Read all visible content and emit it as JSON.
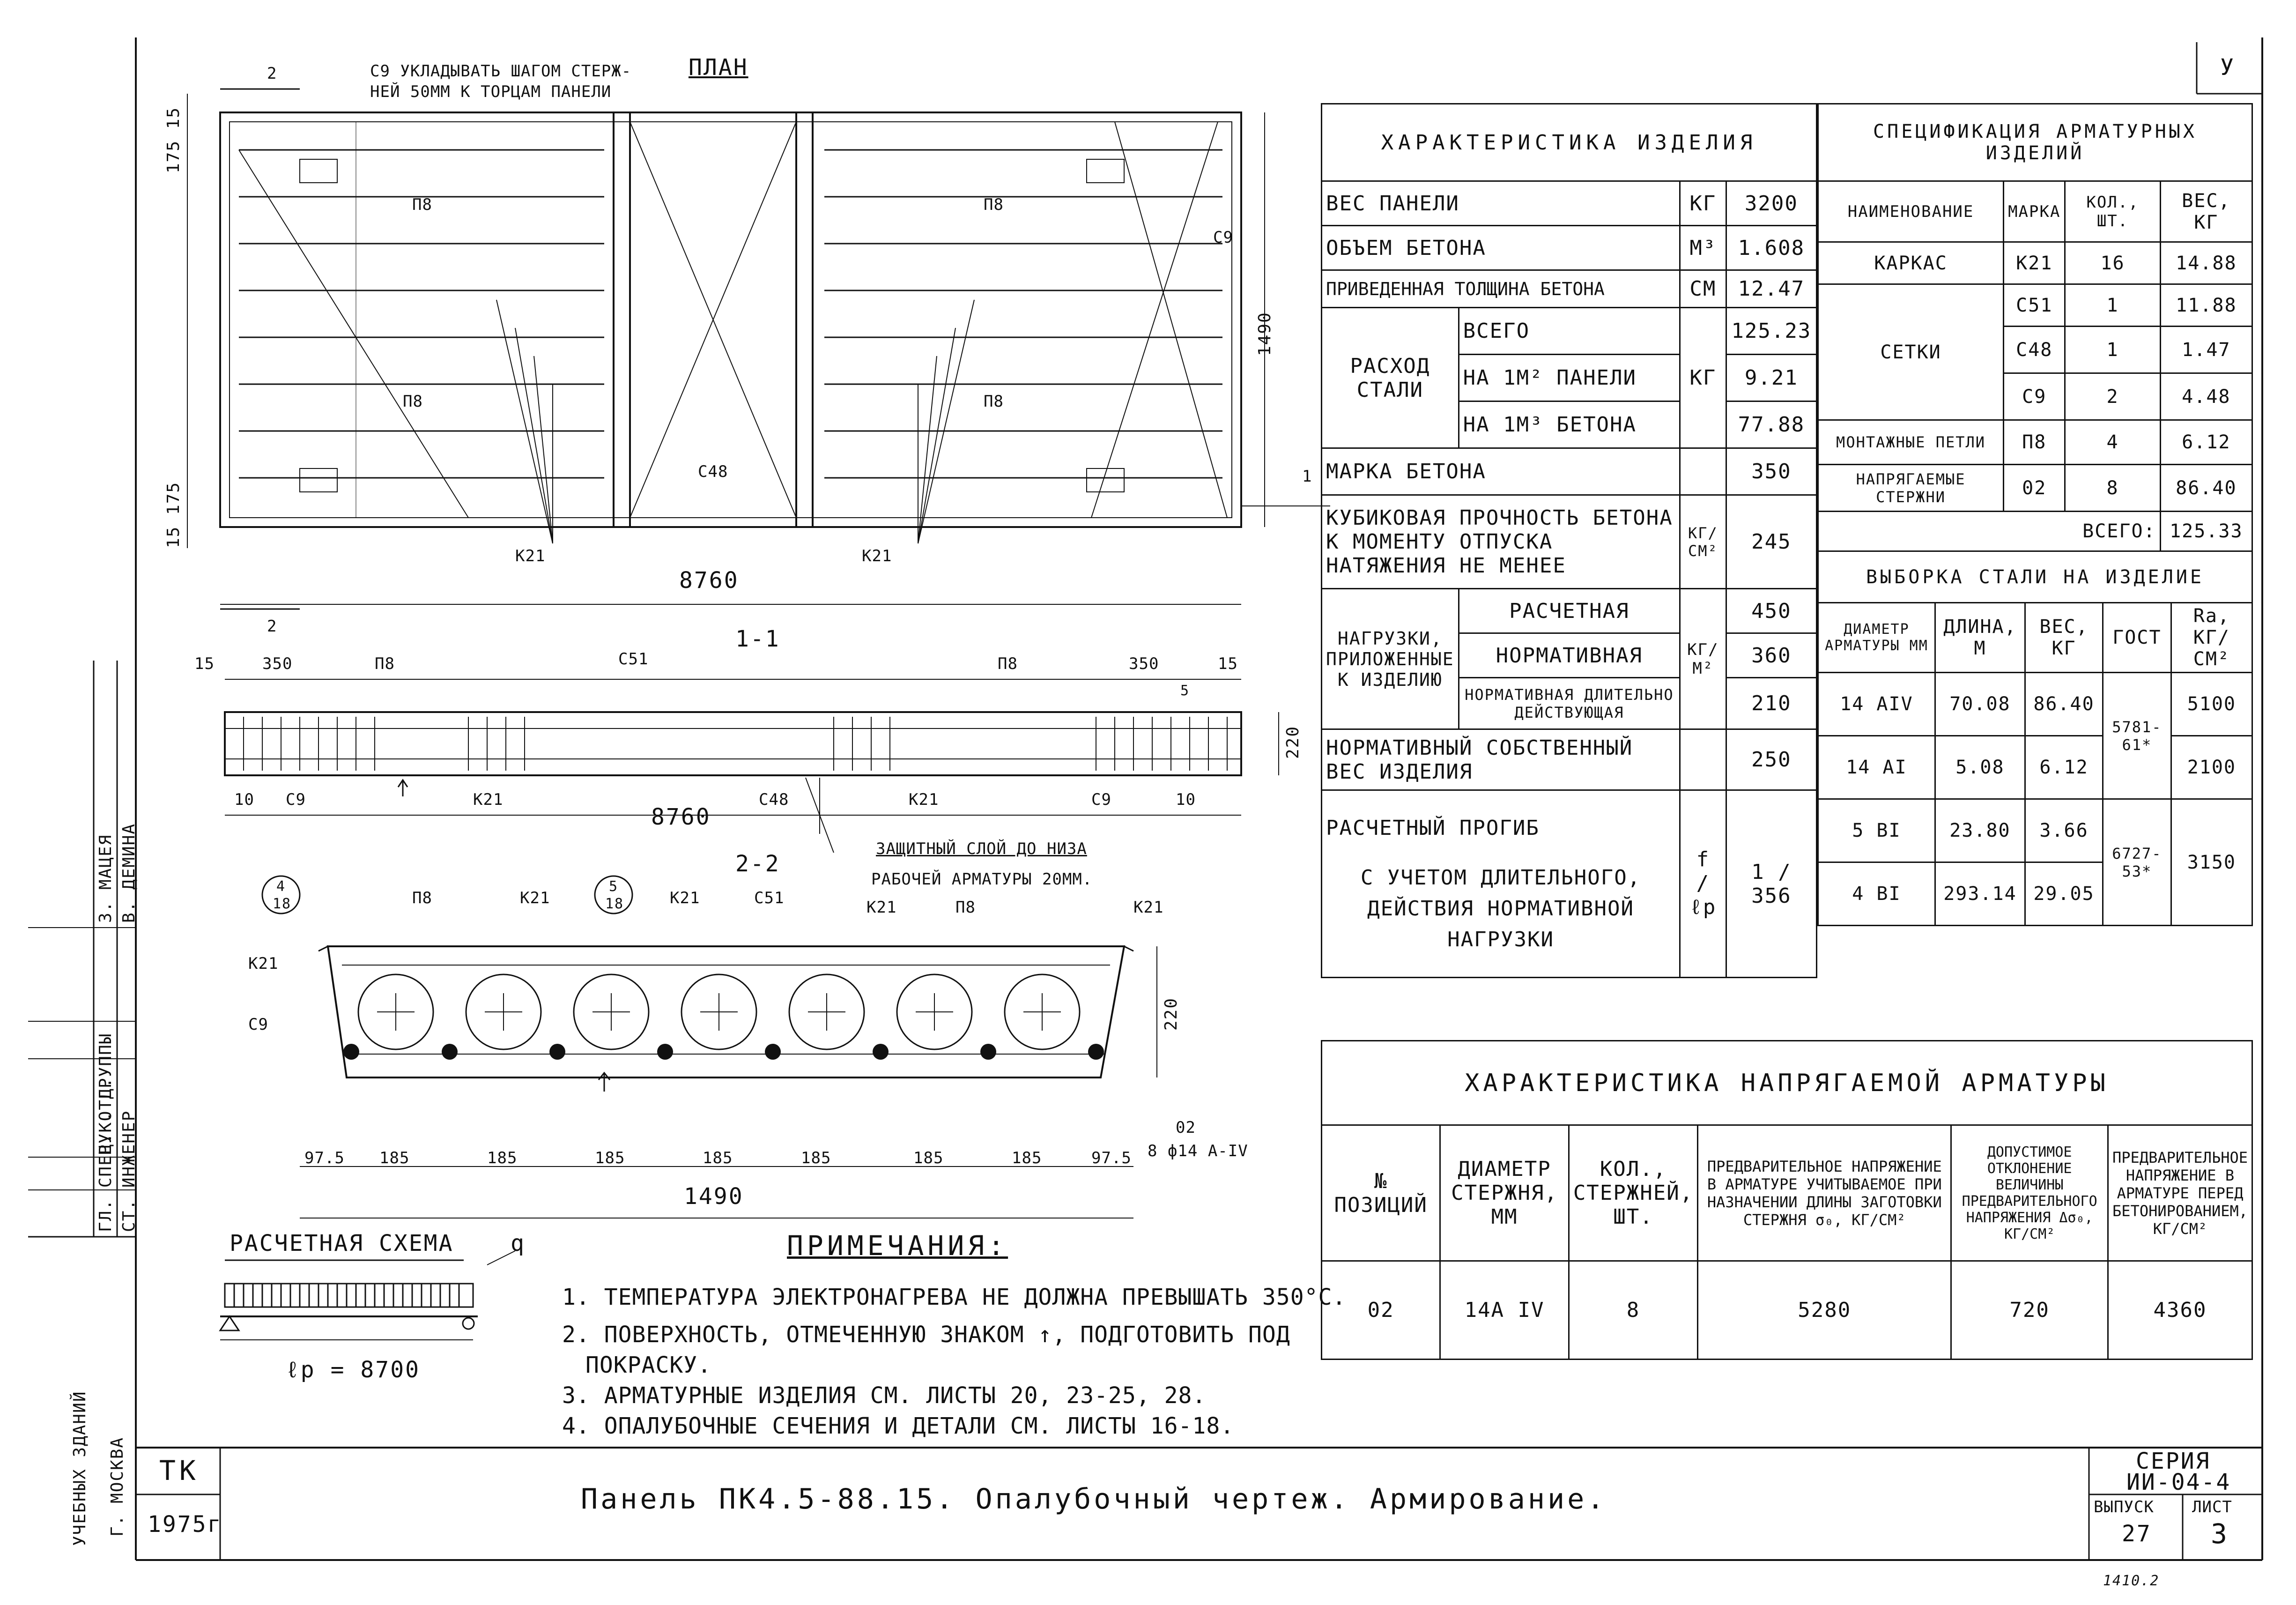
{
  "sheet_corner": "У",
  "plan": {
    "title": "ПЛАН",
    "note": "С9 УКЛАДЫВАТЬ ШАГОМ СТЕРЖ- НЕЙ 50ММ К ТОРЦАМ ПАНЕЛИ",
    "dim_top": "175 15",
    "dim_bottom": "15 175",
    "dim_length": "8760",
    "dim_width": "1490",
    "section_mark": "2",
    "section_side": "1",
    "labels": {
      "p8": "П8",
      "c9": "С9",
      "c48": "С48",
      "k21": "К21"
    }
  },
  "section11": {
    "title": "1-1",
    "dim_l": "15",
    "dim_350": "350",
    "dim_r": "15",
    "dim_5": "5",
    "dim_10": "10",
    "dim_220": "220",
    "dim_8760": "8760",
    "labels": {
      "c51": "С51",
      "p8": "П8",
      "c9": "С9",
      "k21": "К21",
      "c48": "С48"
    },
    "cover_note_1": "ЗАЩИТНЫЙ СЛОЙ ДО НИЗА",
    "cover_note_2": "РАБОЧЕЙ АРМАТУРЫ 20ММ."
  },
  "section22": {
    "title": "2-2",
    "refs": [
      {
        "top": "4",
        "bottom": "18"
      },
      {
        "top": "5",
        "bottom": "18"
      }
    ],
    "labels": {
      "p8": "П8",
      "k21": "К21",
      "c51": "С51",
      "c9": "С9",
      "o2": "02"
    },
    "rebar": "8 ф14 А-IV",
    "dims": [
      "97.5",
      "185",
      "185",
      "185",
      "185",
      "185",
      "185",
      "185",
      "97.5"
    ],
    "total": "1490",
    "height": "220"
  },
  "calc_scheme": {
    "title": "РАСЧЕТНАЯ СХЕМА",
    "load": "q",
    "span": "ℓр = 8700"
  },
  "notes": {
    "title": "ПРИМЕЧАНИЯ:",
    "items": [
      "1. ТЕМПЕРАТУРА ЭЛЕКТРОНАГРЕВА НЕ ДОЛЖНА ПРЕВЫШАТЬ 350°С.",
      "2. ПОВЕРХНОСТЬ, ОТМЕЧЕННУЮ ЗНАКОМ ↑, ПОДГОТОВИТЬ ПОД",
      "ПОКРАСКУ.",
      "3. АРМАТУРНЫЕ ИЗДЕЛИЯ СМ. ЛИСТЫ 20, 23-25, 28.",
      "4. ОПАЛУБОЧНЫЕ СЕЧЕНИЯ И ДЕТАЛИ СМ. ЛИСТЫ 16-18."
    ]
  },
  "char_table": {
    "title": "ХАРАКТЕРИСТИКА ИЗДЕЛИЯ",
    "rows": {
      "weight": {
        "label": "ВЕС ПАНЕЛИ",
        "unit": "КГ",
        "value": "3200"
      },
      "volume": {
        "label": "ОБЪЕМ БЕТОНА",
        "unit": "М³",
        "value": "1.608"
      },
      "thick": {
        "label": "ПРИВЕДЕННАЯ ТОЛЩИНА БЕТОНА",
        "unit": "СМ",
        "value": "12.47"
      },
      "steel_label": "РАСХОД СТАЛИ",
      "steel_unit": "КГ",
      "steel_total": {
        "label": "ВСЕГО",
        "value": "125.23"
      },
      "steel_m2": {
        "label": "НА 1М² ПАНЕЛИ",
        "value": "9.21"
      },
      "steel_m3": {
        "label": "НА 1М³ БЕТОНА",
        "value": "77.88"
      },
      "grade": {
        "label": "МАРКА БЕТОНА",
        "value": "350"
      },
      "cube": {
        "label": "КУБИКОВАЯ ПРОЧНОСТЬ БЕТОНА К МОМЕНТУ ОТПУСКА НАТЯЖЕНИЯ НЕ МЕНЕЕ",
        "unit": "КГ/СМ²",
        "value": "245"
      },
      "loads_label": "НАГРУЗКИ, ПРИЛОЖЕННЫЕ К ИЗДЕЛИЮ",
      "loads_unit": "КГ/М²",
      "load_calc": {
        "label": "РАСЧЕТНАЯ",
        "value": "450"
      },
      "load_norm": {
        "label": "НОРМАТИВНАЯ",
        "value": "360"
      },
      "load_long": {
        "label": "НОРМАТИВНАЯ ДЛИТЕЛЬНО ДЕЙСТВУЮЩАЯ",
        "value": "210"
      },
      "self_weight": {
        "label": "НОРМАТИВНЫЙ СОБСТВЕННЫЙ ВЕС ИЗДЕЛИЯ",
        "value": "250"
      },
      "deflection": {
        "label1": "РАСЧЕТНЫЙ ПРОГИБ",
        "label2": "С УЧЕТОМ ДЛИТЕЛЬНОГО, ДЕЙСТВИЯ НОРМАТИВНОЙ НАГРУЗКИ",
        "unit": "f / ℓр",
        "value": "1 / 356"
      }
    }
  },
  "spec_table": {
    "title": "СПЕЦИФИКАЦИЯ АРМАТУРНЫХ ИЗДЕЛИЙ",
    "headers": [
      "НАИМЕНОВАНИЕ",
      "МАРКА",
      "КОЛ., ШТ.",
      "ВЕС, КГ"
    ],
    "rows": [
      {
        "name": "КАРКАС",
        "mark": "К21",
        "qty": "16",
        "weight": "14.88"
      },
      {
        "name": "СЕТКИ",
        "mark": "С51",
        "qty": "1",
        "weight": "11.88"
      },
      {
        "name": "",
        "mark": "С48",
        "qty": "1",
        "weight": "1.47"
      },
      {
        "name": "",
        "mark": "С9",
        "qty": "2",
        "weight": "4.48"
      },
      {
        "name": "МОНТАЖНЫЕ ПЕТЛИ",
        "mark": "П8",
        "qty": "4",
        "weight": "6.12"
      },
      {
        "name": "НАПРЯГАЕМЫЕ СТЕРЖНИ",
        "mark": "02",
        "qty": "8",
        "weight": "86.40"
      }
    ],
    "total_label": "ВСЕГО:",
    "total": "125.33"
  },
  "steel_table": {
    "title": "ВЫБОРКА СТАЛИ НА ИЗДЕЛИЕ",
    "headers": [
      "ДИАМЕТР АРМАТУРЫ ММ",
      "ДЛИНА, М",
      "ВЕС, КГ",
      "ГОСТ",
      "Ra, КГ/СМ²"
    ],
    "rows": [
      {
        "d": "14 АIV",
        "len": "70.08",
        "w": "86.40",
        "ra": "5100"
      },
      {
        "d": "14 АI",
        "len": "5.08",
        "w": "6.12",
        "ra": "2100"
      },
      {
        "d": "5 ВI",
        "len": "23.80",
        "w": "3.66",
        "ra": ""
      },
      {
        "d": "4 ВI",
        "len": "293.14",
        "w": "29.05",
        "ra": ""
      }
    ],
    "gost1": "5781-61*",
    "gost2": "6727-53*",
    "ra_b": "3150"
  },
  "prestress_table": {
    "title": "ХАРАКТЕРИСТИКА НАПРЯГАЕМОЙ АРМАТУРЫ",
    "headers": [
      "№ ПОЗИЦИЙ",
      "ДИАМЕТР СТЕРЖНЯ, ММ",
      "КОЛ., СТЕРЖНЕЙ, ШТ.",
      "ПРЕДВАРИТЕЛЬНОЕ НАПРЯЖЕНИЕ В АРМАТУРЕ УЧИТЫВАЕМОЕ ПРИ НАЗНАЧЕНИИ ДЛИНЫ ЗАГОТОВКИ СТЕРЖНЯ σ₀, КГ/СМ²",
      "ДОПУСТИМОЕ ОТКЛОНЕНИЕ ВЕЛИЧИНЫ ПРЕДВАРИТЕЛЬНОГО НАПРЯЖЕНИЯ Δσ₀, КГ/СМ²",
      "ПРЕДВАРИТЕЛЬНОЕ НАПРЯЖЕНИЕ В АРМАТУРЕ ПЕРЕД БЕТОНИРОВАНИЕМ, КГ/СМ²"
    ],
    "row": {
      "pos": "02",
      "d": "14А IV",
      "qty": "8",
      "s0": "5280",
      "ds": "720",
      "sb": "4360"
    }
  },
  "title_block": {
    "org": "ТК",
    "year": "1975г",
    "title": "Панель ПК4.5-88.15. Опалубочный чертеж. Армирование.",
    "series_label": "СЕРИЯ",
    "series": "ИИ-04-4",
    "issue_label": "ВЫПУСК",
    "issue": "27",
    "sheet_label": "ЛИСТ",
    "sheet": "3",
    "side_org1": "УЧЕБНЫХ ЗДАНИЙ",
    "side_org2": "Г. МОСКВА",
    "stamp_roles": [
      "ГЛ. СПЕЦ. ОТД.",
      "РУК. ГРУППЫ",
      "СТ. ИНЖЕНЕР"
    ],
    "stamp_names": [
      "З. МАЦЕЯ",
      "В. ДЕМИНА"
    ],
    "bottom_code": "1410.2"
  }
}
